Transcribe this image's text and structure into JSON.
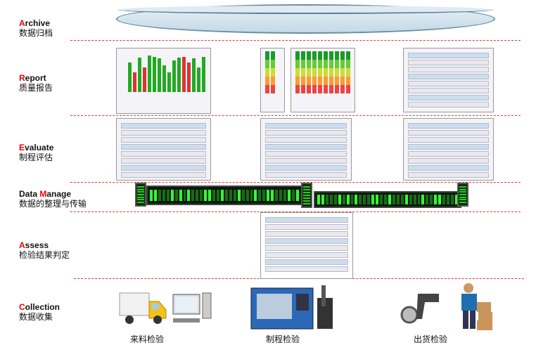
{
  "layers": [
    {
      "first": "A",
      "rest": "rchive",
      "zh": "数据归档"
    },
    {
      "first": "R",
      "rest": "eport",
      "zh": "质量报告"
    },
    {
      "first": "E",
      "rest": "valuate",
      "zh": "制程评估"
    },
    {
      "first": "M",
      "prefix": "Data ",
      "rest": "anage",
      "zh": "数据的整理与传输"
    },
    {
      "first": "A",
      "rest": "ssess",
      "zh": "检验结果判定"
    },
    {
      "first": "C",
      "rest": "ollection",
      "zh": "数据收集"
    }
  ],
  "collection": {
    "incoming": "来料检验",
    "process": "制程检验",
    "outgoing": "出货检验"
  },
  "colors": {
    "accent": "#ee0000",
    "bus": "#33ff33",
    "divider": "#ee3333"
  }
}
